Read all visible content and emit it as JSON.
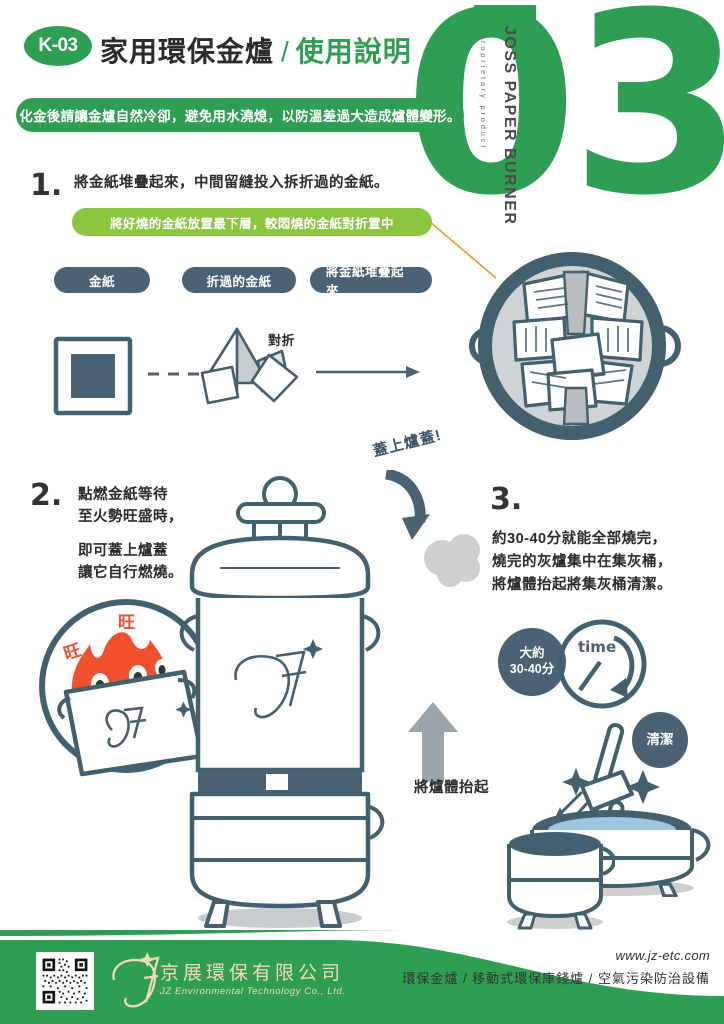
{
  "header": {
    "code_badge": "K-03",
    "title_main": "家用環保金爐",
    "title_slash": "/",
    "title_sub": "使用說明",
    "big_number": "03",
    "vertical_label": "JOSS PAPER BURNER",
    "vertical_sublabel": "proprietary product",
    "notice": "化金後請讓金爐自然冷卻，避免用水澆熄，以防溫差過大造成爐體變形。"
  },
  "steps": {
    "one": {
      "number": "1.",
      "text": "將金紙堆疊起來，中間留縫投入拆折過的金紙。",
      "tip": "將好燒的金紙放置最下層，較悶燒的金紙對折置中",
      "pills": [
        "金紙",
        "折過的金紙",
        "將金紙堆疊起來"
      ],
      "fold_label": "對折"
    },
    "two": {
      "number": "2.",
      "line1": "點燃金紙等待",
      "line2": "至火勢旺盛時，",
      "line3": "即可蓋上爐蓋",
      "line4": "讓它自行燃燒。",
      "lid_label": "蓋上爐蓋!",
      "fire_char_left": "旺",
      "fire_char_right": "旺"
    },
    "three": {
      "number": "3.",
      "line1": "約30-40分就能全部燒完，",
      "line2": "燒完的灰爐集中在集灰桶，",
      "line3": "將爐體抬起將集灰桶清潔。",
      "time_badge_line1": "大約",
      "time_badge_line2": "30-40分",
      "clock_label": "time",
      "clean_badge": "清潔",
      "lift_label": "將爐體抬起"
    }
  },
  "footer": {
    "company_zh": "京展環保有限公司",
    "company_en": "JZ Environmental Technology Co., Ltd.",
    "url": "www.jz-etc.com",
    "categories": "環保金爐 / 移動式環保庫錢爐 / 空氣污染防治設備"
  },
  "colors": {
    "green": "#2e9e52",
    "light_green": "#8cc63f",
    "slate": "#4a6274",
    "orange": "#f0502d",
    "gray": "#b5b5b5",
    "cream": "#f2dcb3"
  }
}
